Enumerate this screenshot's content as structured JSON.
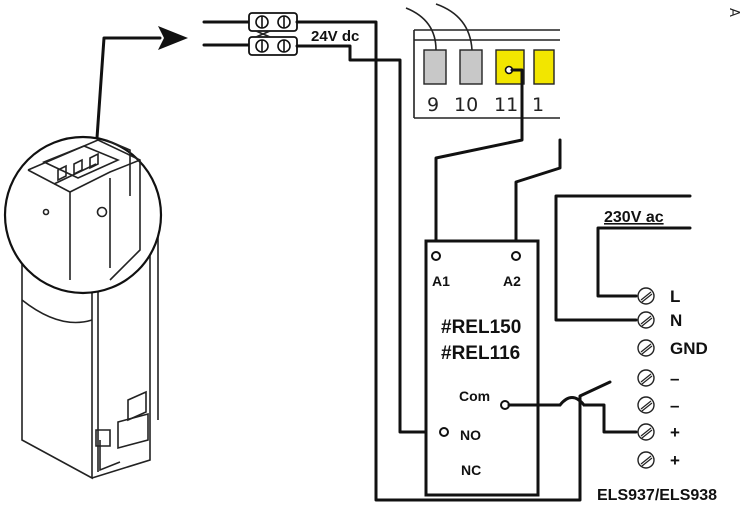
{
  "supply_label": "24V dc",
  "mains_label": "230V ac",
  "terminals": {
    "numbers": [
      "9",
      "10",
      "11",
      "1"
    ],
    "colors": [
      "#c8c8c8",
      "#c8c8c8",
      "#f2e600",
      "#f2e600"
    ]
  },
  "relay": {
    "a1": "A1",
    "a2": "A2",
    "model_1": "#REL150",
    "model_2": "#REL116",
    "com": "Com",
    "no": "NO",
    "nc": "NC"
  },
  "device": {
    "pins": [
      "L",
      "N",
      "GND",
      "–",
      "–",
      "+",
      "+"
    ],
    "model": "ELS937/ELS938"
  },
  "corner_mark": "A"
}
